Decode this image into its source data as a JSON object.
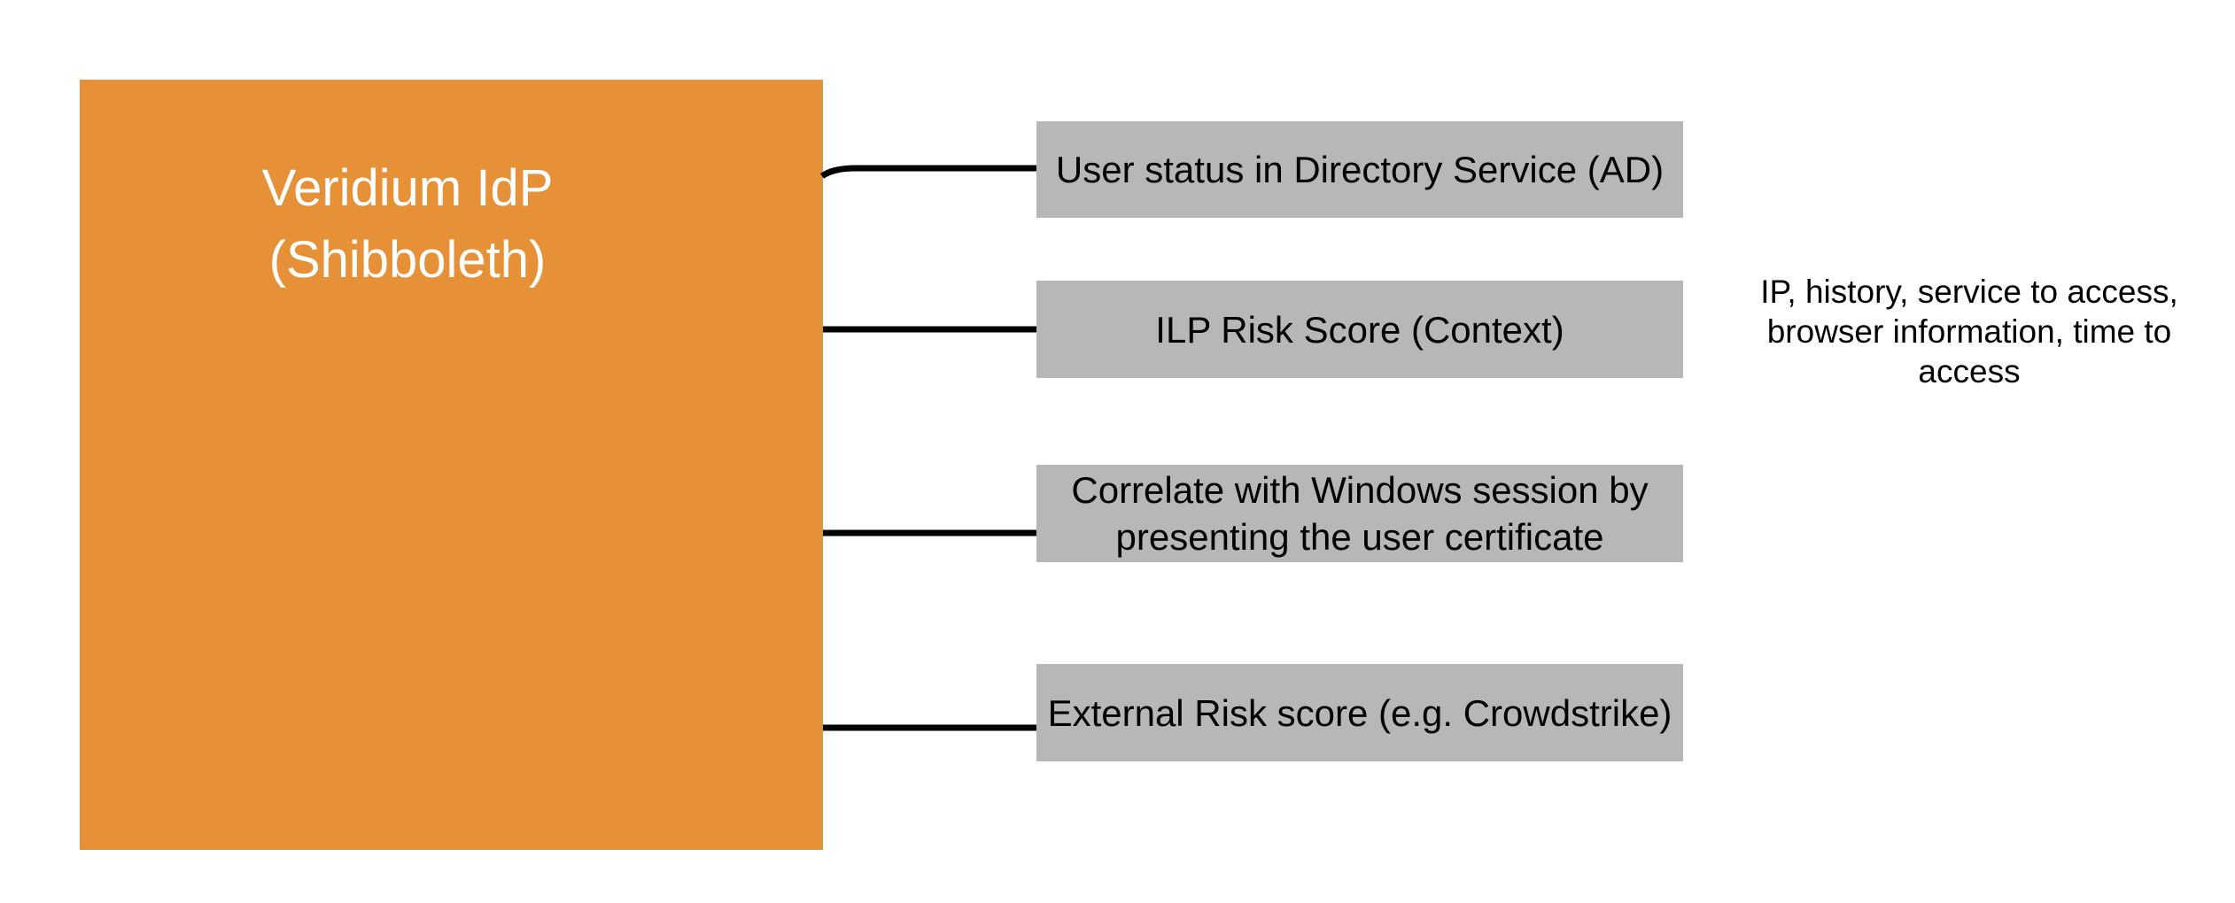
{
  "diagram": {
    "main_box": {
      "label_line1": "Veridium IdP",
      "label_line2": "(Shibboleth)"
    },
    "items": [
      {
        "label": "User status in Directory Service (AD)"
      },
      {
        "label": "ILP Risk Score (Context)"
      },
      {
        "label": "Correlate with Windows session by presenting the user certificate"
      },
      {
        "label": "External Risk score (e.g. Crowdstrike)"
      }
    ],
    "annotation": "IP, history, service to access, browser information, time to access",
    "colors": {
      "main_box": "#E69138",
      "main_text": "#FFFFFF",
      "item_box": "#B7B7B7",
      "item_text": "#000000",
      "connector": "#000000",
      "background": "#FFFFFF"
    }
  }
}
